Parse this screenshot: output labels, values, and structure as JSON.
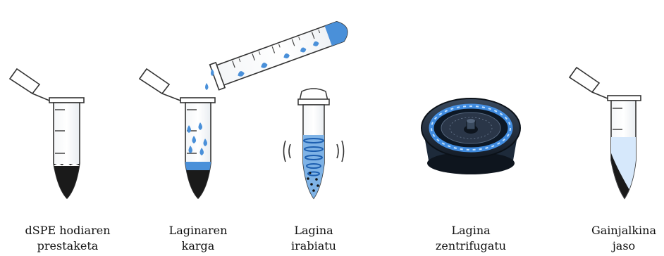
{
  "steps": [
    {
      "line1": "dSPE hodiaren",
      "line2": "prestaketa"
    },
    {
      "line1": "Laginaren",
      "line2": "karga"
    },
    {
      "line1": "Lagina",
      "line2": "irabiatu"
    },
    {
      "line1": "Lagina",
      "line2": "zentrifugatu"
    },
    {
      "line1": "Gainjalkina",
      "line2": "jaso"
    }
  ],
  "colors": {
    "liquid": "#4a90d9",
    "liquid_light": "#7fb3e6",
    "sorbent": "#1a1a1a",
    "supernatant": "#d6e8fb",
    "centrifuge_body": "#1d2a3a",
    "centrifuge_glow": "#2f7fe0"
  }
}
